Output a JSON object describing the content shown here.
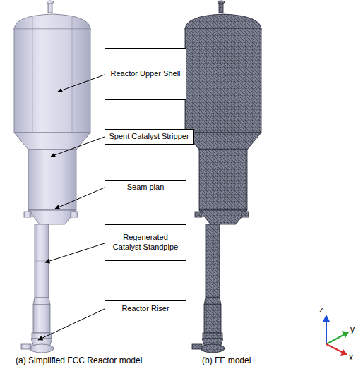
{
  "diagram": {
    "nodes": [
      {
        "text": [
          "Reactor Upper Shell"
        ]
      },
      {
        "text": [
          "Spent Catalyst Stripper"
        ]
      },
      {
        "text": [
          "Seam plan"
        ]
      },
      {
        "text": [
          "Regenerated Catalyst Standpipe"
        ]
      },
      {
        "text": [
          "Reactor Riser"
        ]
      }
    ],
    "labels": [
      "(a) Simplified FCC Reactor model",
      "(b) FE model",
      "z",
      "y",
      "x"
    ]
  }
}
